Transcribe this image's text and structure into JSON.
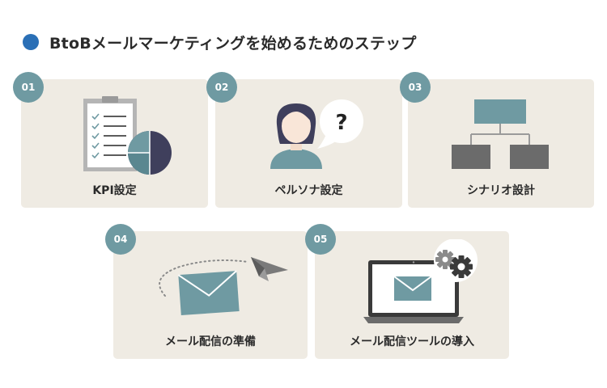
{
  "title": "BtoBメールマーケティングを始めるためのステップ",
  "steps": [
    {
      "number": "01",
      "label": "KPI設定",
      "icon": "kpi-report-icon"
    },
    {
      "number": "02",
      "label": "ペルソナ設定",
      "icon": "persona-question-icon"
    },
    {
      "number": "03",
      "label": "シナリオ設計",
      "icon": "scenario-flowchart-icon"
    },
    {
      "number": "04",
      "label": "メール配信の準備",
      "icon": "envelope-paper-plane-icon"
    },
    {
      "number": "05",
      "label": "メール配信ツールの導入",
      "icon": "laptop-gear-icon"
    }
  ],
  "persona_bubble_text": "?",
  "colors": {
    "accent_dot": "#2a6fb6",
    "badge": "#6f9aa2",
    "card_bg": "#efebe3",
    "dark_navy": "#3f3f5c",
    "teal": "#6f9aa2",
    "gray_box": "#6b6b6b"
  }
}
